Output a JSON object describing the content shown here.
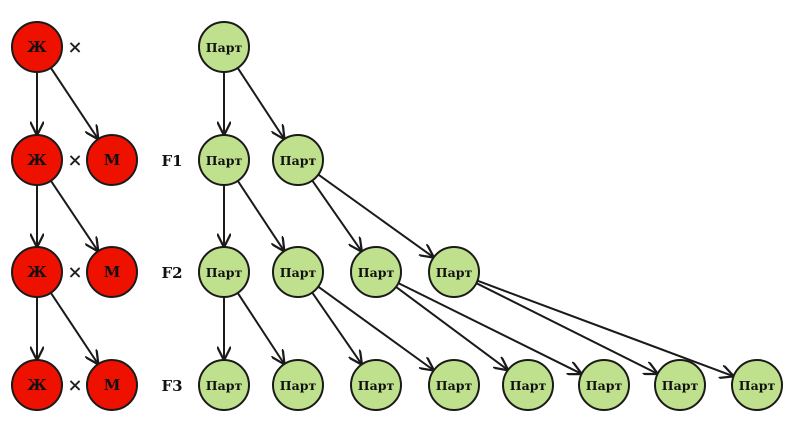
{
  "colors": {
    "female": "#ee1100",
    "male": "#ee1100",
    "partheno": "#bfe08c",
    "stroke": "#1a1a1a"
  },
  "cross_symbol": "×",
  "generation_labels": [
    "F1",
    "F2",
    "F3"
  ],
  "sexual_lineage": {
    "rows": [
      {
        "female": "Ж",
        "male": null
      },
      {
        "female": "Ж",
        "male": "М"
      },
      {
        "female": "Ж",
        "male": "М"
      },
      {
        "female": "Ж",
        "male": "М"
      }
    ]
  },
  "parthenogenetic_lineage": {
    "node_label": "Парт",
    "rows": [
      1,
      2,
      4,
      8
    ]
  }
}
